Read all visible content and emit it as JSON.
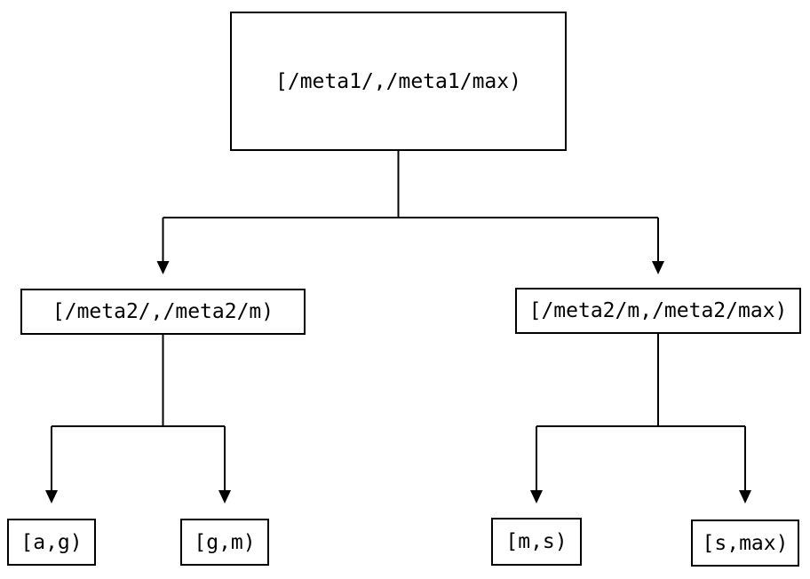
{
  "diagram": {
    "type": "tree",
    "colors": {
      "background": "#ffffff",
      "node_border": "#000000",
      "node_fill": "#ffffff",
      "text": "#000000",
      "edge": "#000000"
    },
    "nodes": {
      "root": {
        "label": "[/meta1/,/meta1/max)"
      },
      "meta2_left": {
        "label": "[/meta2/,/meta2/m)"
      },
      "meta2_right": {
        "label": "[/meta2/m,/meta2/max)"
      },
      "leaf_ag": {
        "label": "[a,g)"
      },
      "leaf_gm": {
        "label": "[g,m)"
      },
      "leaf_ms": {
        "label": "[m,s)"
      },
      "leaf_smax": {
        "label": "[s,max)"
      }
    },
    "edges": [
      {
        "from": "root",
        "to": "meta2_left"
      },
      {
        "from": "root",
        "to": "meta2_right"
      },
      {
        "from": "meta2_left",
        "to": "leaf_ag"
      },
      {
        "from": "meta2_left",
        "to": "leaf_gm"
      },
      {
        "from": "meta2_right",
        "to": "leaf_ms"
      },
      {
        "from": "meta2_right",
        "to": "leaf_smax"
      }
    ]
  }
}
